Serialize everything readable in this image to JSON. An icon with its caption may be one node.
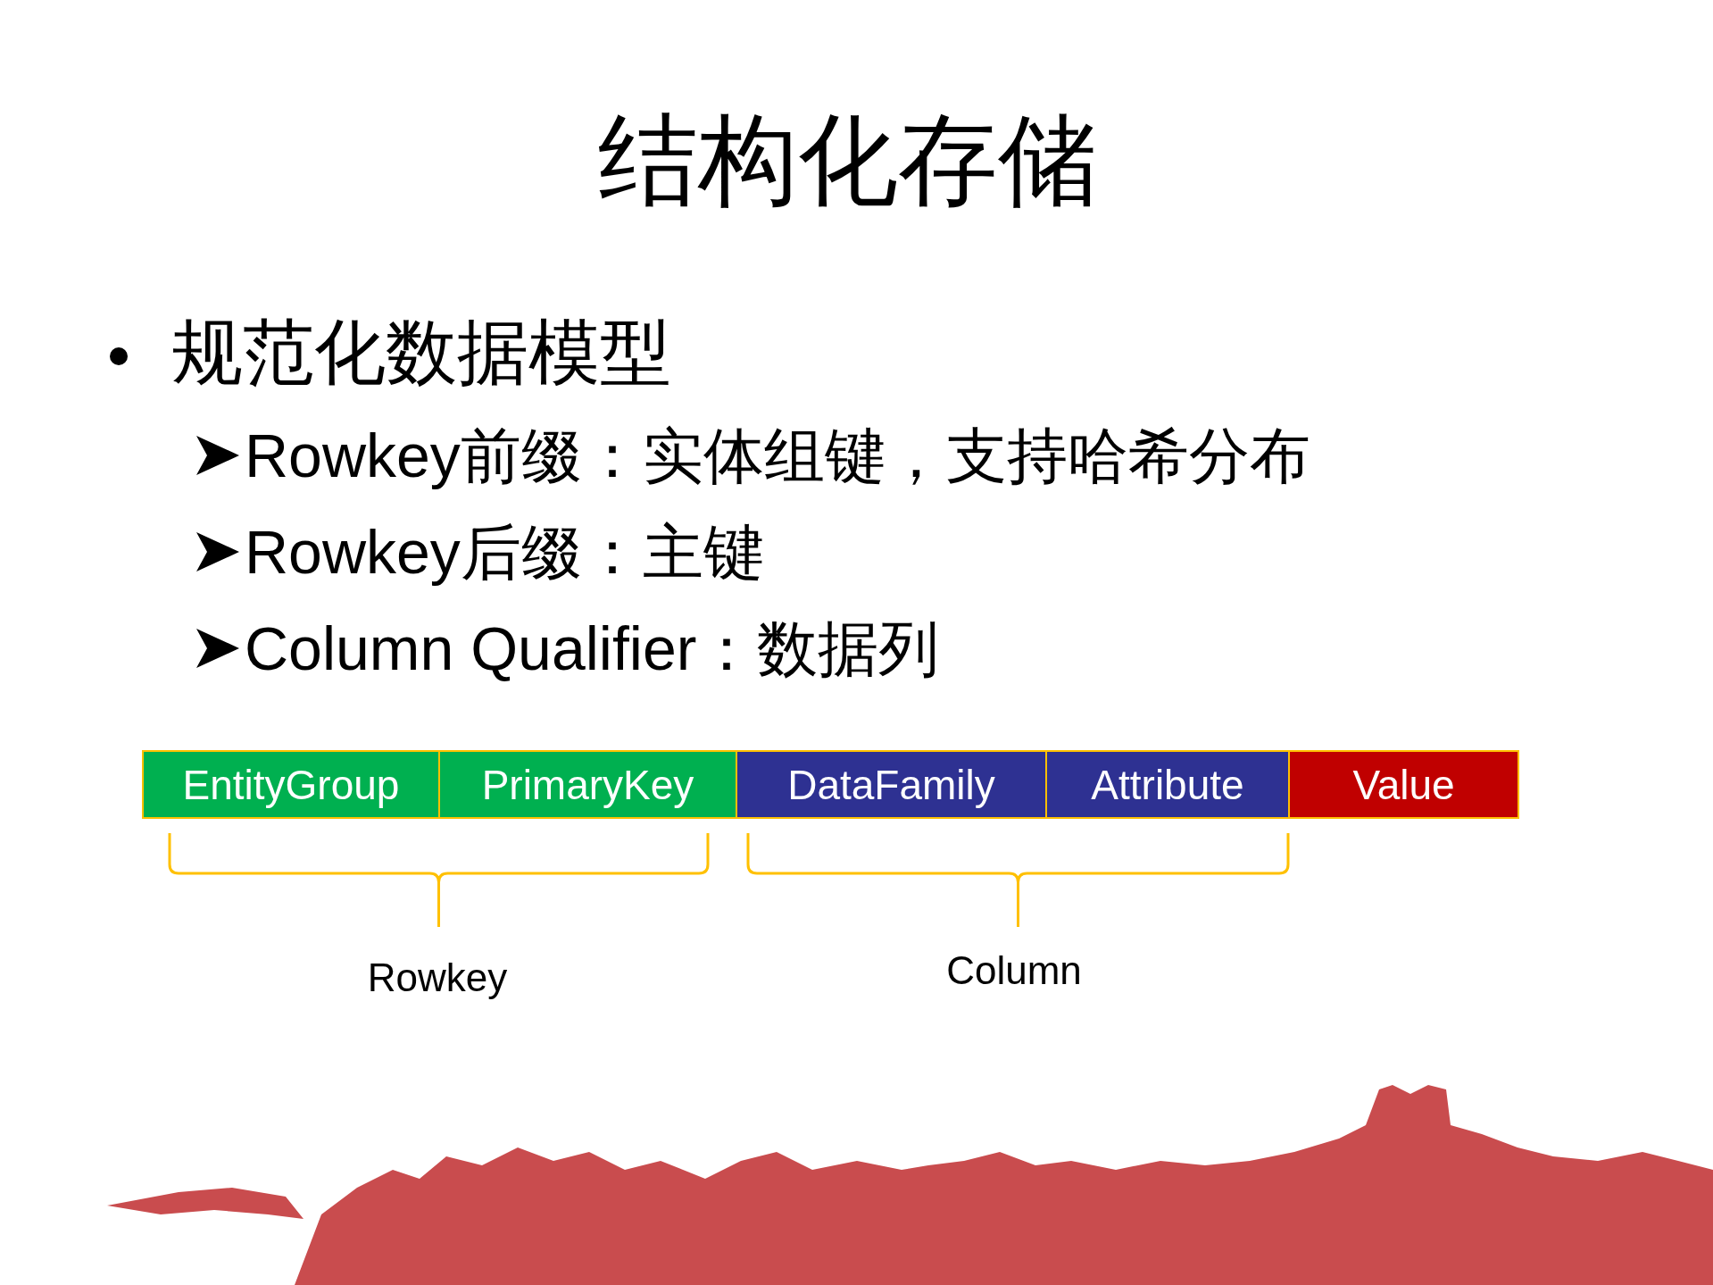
{
  "diagram": {
    "title": "结构化存储",
    "nodes": [
      {
        "text": [
          "EntityGroup"
        ]
      },
      {
        "text": [
          "PrimaryKey"
        ]
      },
      {
        "text": [
          "DataFamily"
        ]
      },
      {
        "text": [
          "Attribute"
        ]
      },
      {
        "text": [
          "Value"
        ]
      }
    ],
    "edges": [],
    "labels": [
      "规范化数据模型",
      "Rowkey前缀：实体组键，支持哈希分布",
      "Rowkey后缀：主键",
      "Column Qualifier：数据列",
      "Rowkey",
      "Column"
    ]
  }
}
